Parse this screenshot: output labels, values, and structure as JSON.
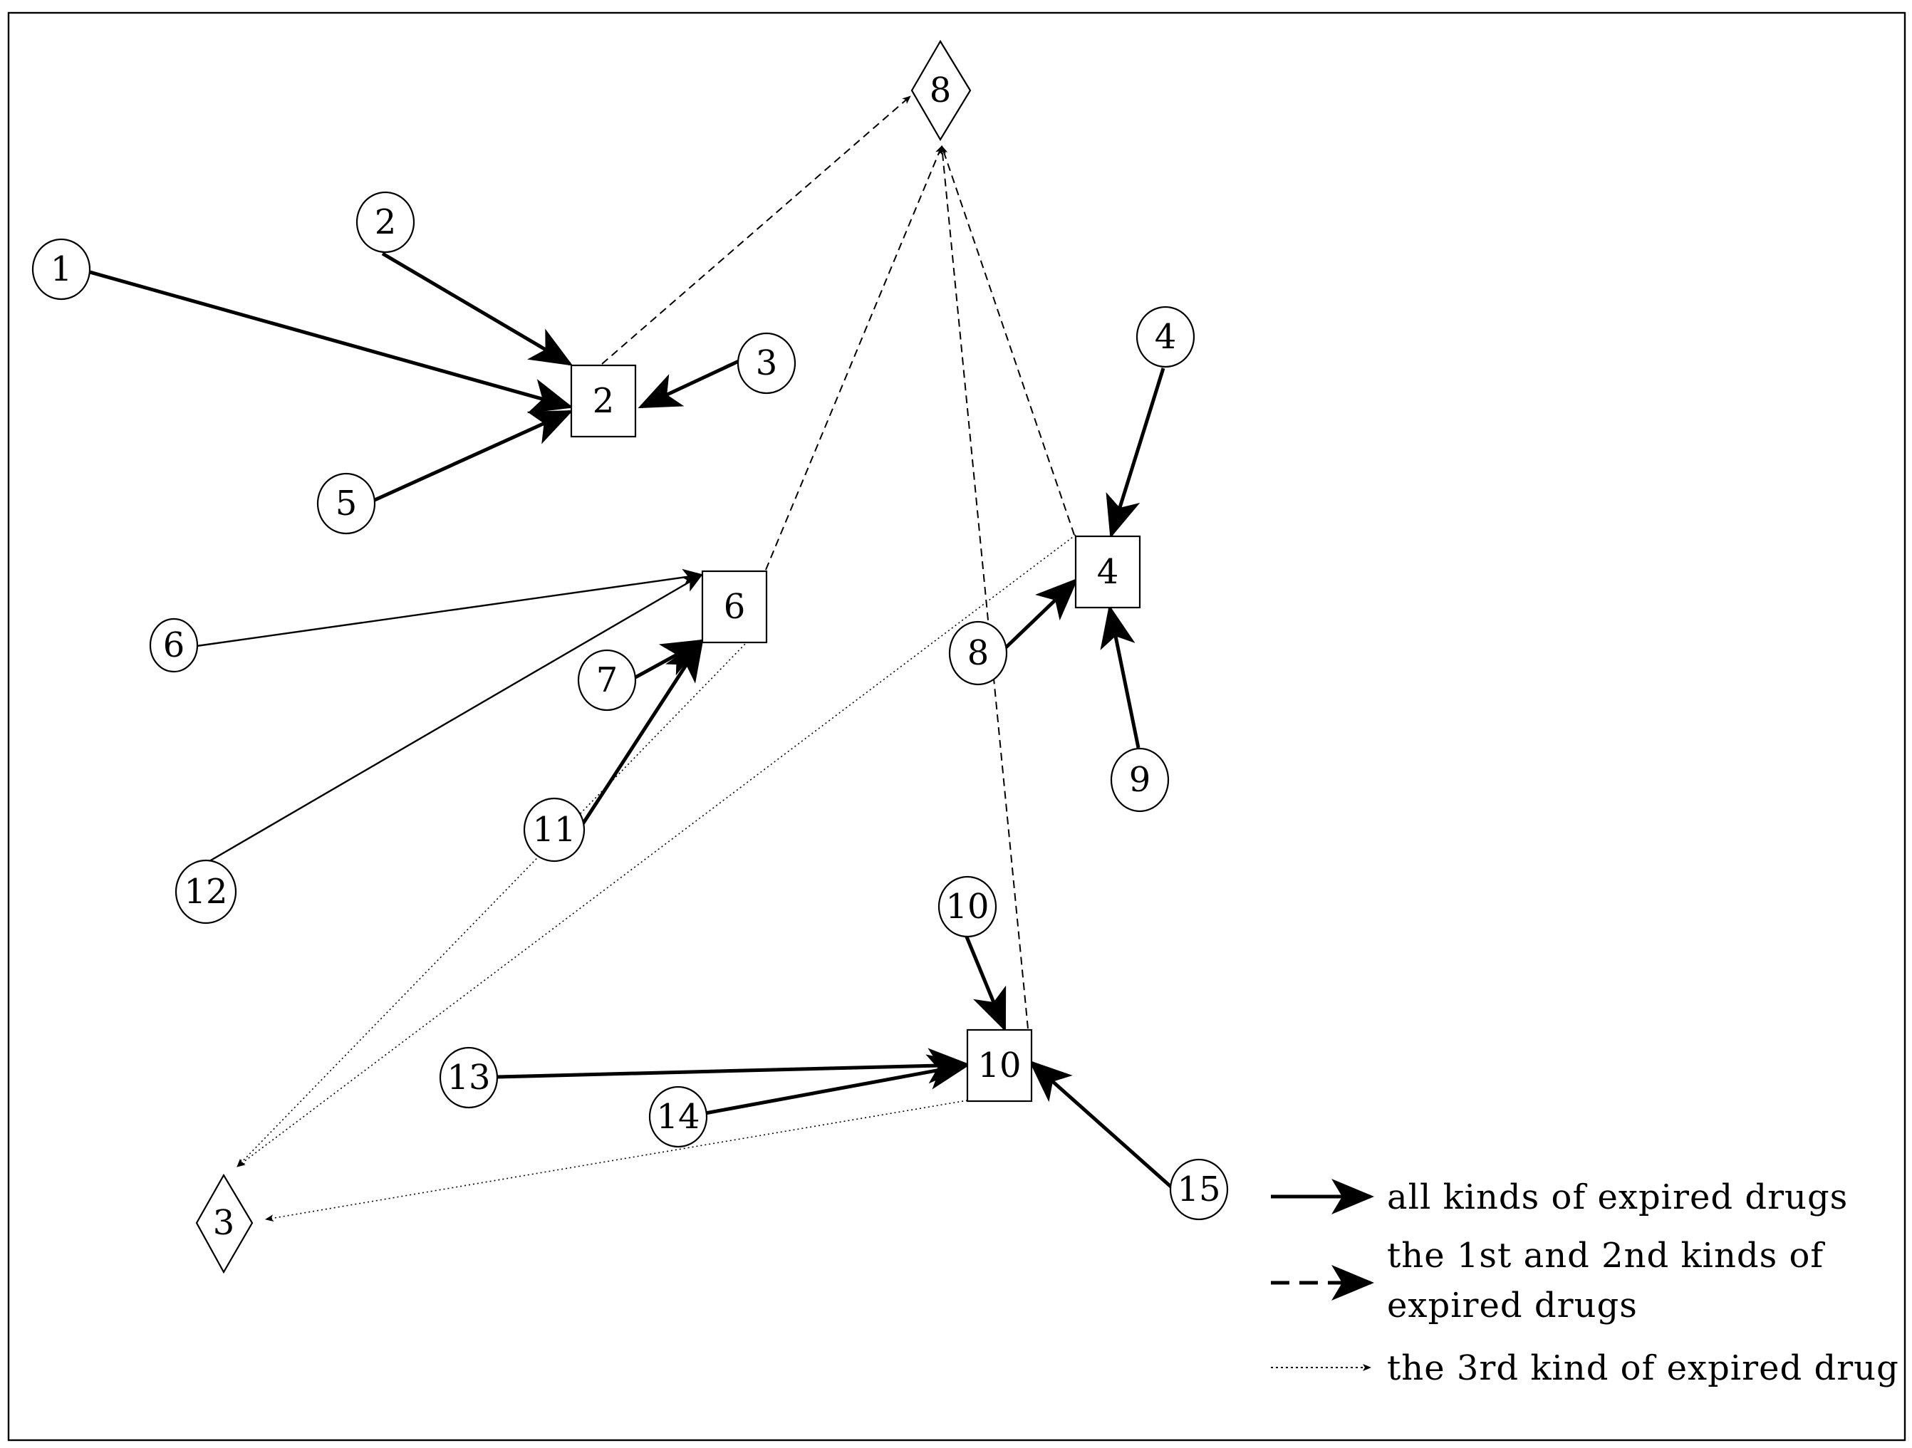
{
  "diagram": {
    "circles": [
      "1",
      "2",
      "3",
      "4",
      "5",
      "6",
      "7",
      "8",
      "9",
      "10",
      "11",
      "12",
      "13",
      "14",
      "15"
    ],
    "squares": [
      "2",
      "4",
      "6",
      "10"
    ],
    "diamonds": [
      "8",
      "3"
    ],
    "edges": [
      {
        "from": "circle 1",
        "to": "square 2",
        "kind": "all kinds of expired drugs"
      },
      {
        "from": "circle 2",
        "to": "square 2",
        "kind": "all kinds of expired drugs"
      },
      {
        "from": "circle 3",
        "to": "square 2",
        "kind": "all kinds of expired drugs"
      },
      {
        "from": "circle 5",
        "to": "square 2",
        "kind": "all kinds of expired drugs"
      },
      {
        "from": "circle 6",
        "to": "square 6",
        "kind": "all kinds of expired drugs"
      },
      {
        "from": "circle 12",
        "to": "square 6",
        "kind": "all kinds of expired drugs"
      },
      {
        "from": "circle 7",
        "to": "square 6",
        "kind": "all kinds of expired drugs"
      },
      {
        "from": "circle 11",
        "to": "square 6",
        "kind": "all kinds of expired drugs"
      },
      {
        "from": "circle 4",
        "to": "square 4",
        "kind": "all kinds of expired drugs"
      },
      {
        "from": "circle 8",
        "to": "square 4",
        "kind": "all kinds of expired drugs"
      },
      {
        "from": "circle 9",
        "to": "square 4",
        "kind": "all kinds of expired drugs"
      },
      {
        "from": "circle 10",
        "to": "square 10",
        "kind": "all kinds of expired drugs"
      },
      {
        "from": "circle 13",
        "to": "square 10",
        "kind": "all kinds of expired drugs"
      },
      {
        "from": "circle 14",
        "to": "square 10",
        "kind": "all kinds of expired drugs"
      },
      {
        "from": "circle 15",
        "to": "square 10",
        "kind": "all kinds of expired drugs"
      },
      {
        "from": "square 2",
        "to": "diamond 8",
        "kind": "the 1st and 2nd kinds of expired drugs"
      },
      {
        "from": "square 6",
        "to": "diamond 8",
        "kind": "the 1st and 2nd kinds of expired drugs"
      },
      {
        "from": "square 4",
        "to": "diamond 8",
        "kind": "the 1st and 2nd kinds of expired drugs"
      },
      {
        "from": "square 10",
        "to": "diamond 8",
        "kind": "the 1st and 2nd kinds of expired drugs"
      },
      {
        "from": "square 6",
        "to": "diamond 3",
        "kind": "the 3rd kind of expired drug"
      },
      {
        "from": "square 4",
        "to": "diamond 3",
        "kind": "the 3rd kind of expired drug"
      },
      {
        "from": "square 10",
        "to": "diamond 3",
        "kind": "the 3rd kind of expired drug"
      }
    ]
  },
  "legend": {
    "solid": "all kinds of expired drugs",
    "dashed_line1": "the 1st and 2nd kinds of",
    "dashed_line2": "expired drugs",
    "dotted": "the 3rd kind of expired drug"
  },
  "colors": {
    "stroke": "#000000",
    "background": "#ffffff"
  }
}
